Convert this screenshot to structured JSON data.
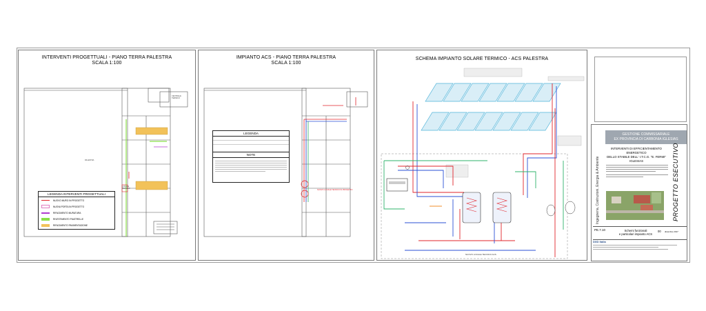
{
  "panel1": {
    "title_line1": "INTERVENTI PROGETTUALI - PIANO TERRA PALESTRA",
    "title_line2": "SCALA 1:100",
    "legend_title": "LEGENDA INTERVENTI PROGETTUALI",
    "legend_items": [
      {
        "label": "NUOVO MURO IN PROGETTO",
        "color": "#e0232a"
      },
      {
        "label": "NUOVA PORTA IN PROGETTO",
        "color": "#e07bc0"
      },
      {
        "label": "RIFACIMENTO MURATURA",
        "color": "#b03ad0"
      },
      {
        "label": "RIVESTIMENTO PIASTRELLE",
        "color": "#8be04a"
      },
      {
        "label": "RIFACIMENTO PAVIMENTAZIONE",
        "color": "#f2c25a"
      }
    ],
    "room_labels": [
      "LOCALE TECNICO",
      "CENTRALE TERMICA",
      "PALESTRA"
    ]
  },
  "panel2": {
    "title_line1": "IMPIANTO ACS - PIANO TERRA PALESTRA",
    "title_line2": "SCALA 1:100",
    "legend_title": "LEGENDA",
    "notes_title": "NOTE",
    "callout": "NUOVO LOCALE TECNICO IN PROGETTO"
  },
  "panel3": {
    "title": "SCHEMA IMPIANTO SOLARE TERMICO - ACS PALESTRA",
    "bottom_label": "NUOVO LOCALE TECNICO ACS"
  },
  "title_block": {
    "header_line1": "GESTIONE COMMISSARIALE",
    "header_line2": "EX PROVINCIA DI CARBONIA IGLESIAS",
    "strip_text": "Ingegneria, Costruzioni, Energia & Ambiente",
    "project_line1": "INTERVENTI DI EFFICIENTAMENTO ENERGETICO",
    "project_line2": "DELLO STABILE DELL' I.T.C.G. \"E. FERMI\"",
    "project_line3": "IGLESIAS",
    "vertical_title": "PROGETTO ESECUTIVO",
    "code": "PE.7.10",
    "drawing_title_line1": "Schemi funzionali",
    "drawing_title_line2": "e particolari impianto ACS",
    "revision": "00",
    "date": "dicembre 2017",
    "firm": "DXD italia"
  },
  "colors": {
    "hot_water": "#e0232a",
    "cold_water": "#2a4fd6",
    "solar_loop": "#2db36a",
    "collector": "#4fb3d9",
    "tile_green": "#8be04a",
    "floor_yellow": "#f2c25a"
  }
}
